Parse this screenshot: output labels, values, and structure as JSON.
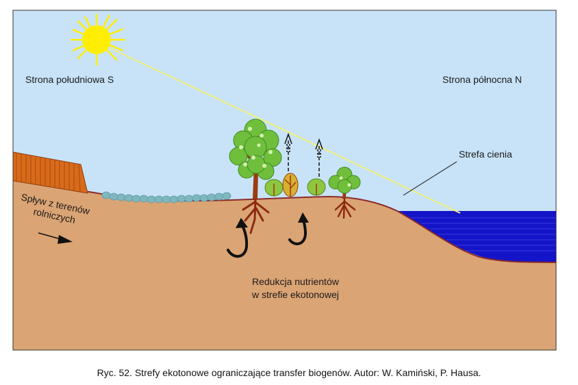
{
  "labels": {
    "south": "Strona południowa S",
    "north": "Strona północna N",
    "shade": "Strefa cienia",
    "runoff_line1": "Spływ z terenów",
    "runoff_line2": "rolniczych",
    "reduction_line1": "Redukcja nutrientów",
    "reduction_line2": "w strefie ekotonowej"
  },
  "caption": "Ryc. 52. Strefy ekotonowe ograniczające transfer biogenów. Autor: W. Kamiński, P. Hausa.",
  "colors": {
    "sky": "#c8e3f8",
    "soil": "#dba474",
    "soil_edge": "#8b2a2a",
    "water": "#1414c8",
    "sun": "#ffee00",
    "sunbeam": "#f0f07a",
    "field": "#d86a1a",
    "tree_green": "#6fbf3c",
    "root": "#8b2a10"
  },
  "icons": [
    "sun-icon",
    "tree-icon",
    "shrub-icon",
    "root-icon",
    "arrow-icon"
  ]
}
